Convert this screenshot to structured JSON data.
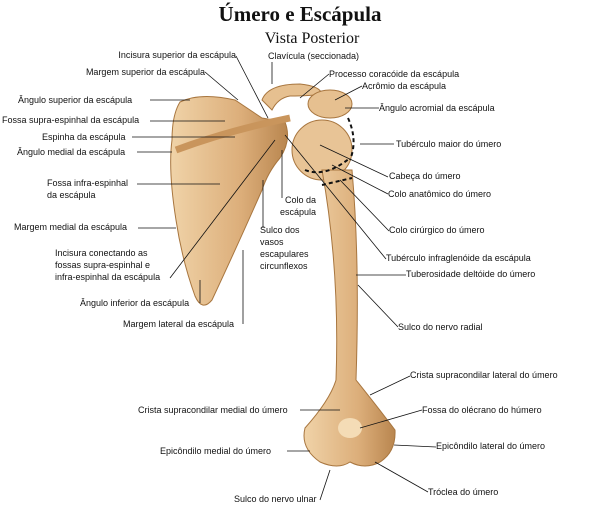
{
  "title": "Úmero e Escápula",
  "subtitle": "Vista Posterior",
  "labels": {
    "incisura_superior": "Incisura superior da escápula",
    "clavicula": "Clavícula (seccionada)",
    "margem_superior": "Margem superior da escápula",
    "processo_coracoide": "Processo coracóide da escápula",
    "acromio": "Acrômio da escápula",
    "angulo_superior": "Ângulo superior da escápula",
    "angulo_acromial": "Ângulo acromial da escápula",
    "fossa_supra": "Fossa supra-espinhal da escápula",
    "espinha": "Espinha da escápula",
    "tuberculo_maior": "Tubérculo maior do úmero",
    "angulo_medial": "Ângulo medial da escápula",
    "cabeca": "Cabeça do úmero",
    "fossa_infra_1": "Fossa infra-espinhal",
    "fossa_infra_2": "da escápula",
    "colo_anatomico": "Colo anatômico do úmero",
    "colo_escapula_1": "Colo da",
    "colo_escapula_2": "escápula",
    "sulco_vasos_1": "Sulco dos",
    "sulco_vasos_2": "vasos",
    "sulco_vasos_3": "escapulares",
    "sulco_vasos_4": "circunflexos",
    "colo_cirurgico": "Colo cirúrgico do úmero",
    "margem_medial": "Margem medial da escápula",
    "incisura_conectando_1": "Incisura conectando as",
    "incisura_conectando_2": "fossas supra-espinhal e",
    "incisura_conectando_3": "infra-espinhal da escápula",
    "tuberculo_infraglenoide": "Tubérculo infraglenóide da escápula",
    "tuberosidade_deltoide": "Tuberosidade deltóide do úmero",
    "angulo_inferior": "Ângulo inferior da escápula",
    "margem_lateral": "Margem lateral da escápula",
    "sulco_radial": "Sulco do nervo radial",
    "crista_lateral": "Crista supracondilar lateral do úmero",
    "crista_medial": "Crista supracondilar medial do úmero",
    "fossa_olecrano": "Fossa do olécrano do húmero",
    "epicondilo_medial": "Epicôndilo medial do úmero",
    "epicondilo_lateral": "Epicôndilo lateral do úmero",
    "troclea": "Tróclea do úmero",
    "sulco_ulnar": "Sulco do nervo ulnar"
  },
  "colors": {
    "bone": "#e2b98a",
    "bone_dark": "#b98752",
    "line": "#111111"
  }
}
